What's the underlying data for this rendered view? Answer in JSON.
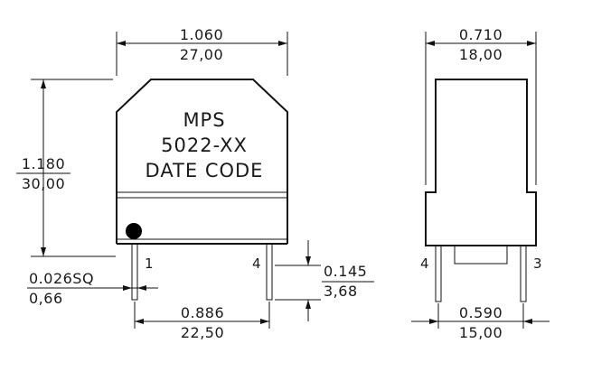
{
  "front_view": {
    "body_text": [
      "MPS",
      "5022-XX",
      "DATE CODE"
    ],
    "width_dim": {
      "inch": "1.060",
      "mm": "27,00"
    },
    "height_dim": {
      "inch": "1.180",
      "mm": "30,00"
    },
    "pin_dim": {
      "inch": "0.026SQ",
      "mm": "0,66"
    },
    "pitch_dim": {
      "inch": "0.886",
      "mm": "22,50"
    },
    "pin_length_dim": {
      "inch": "0.145",
      "mm": "3,68"
    },
    "pin_labels": [
      "1",
      "4"
    ]
  },
  "side_view": {
    "width_dim": {
      "inch": "0.710",
      "mm": "18,00"
    },
    "pitch_dim": {
      "inch": "0.590",
      "mm": "15,00"
    },
    "pin_labels": [
      "4",
      "3"
    ]
  }
}
